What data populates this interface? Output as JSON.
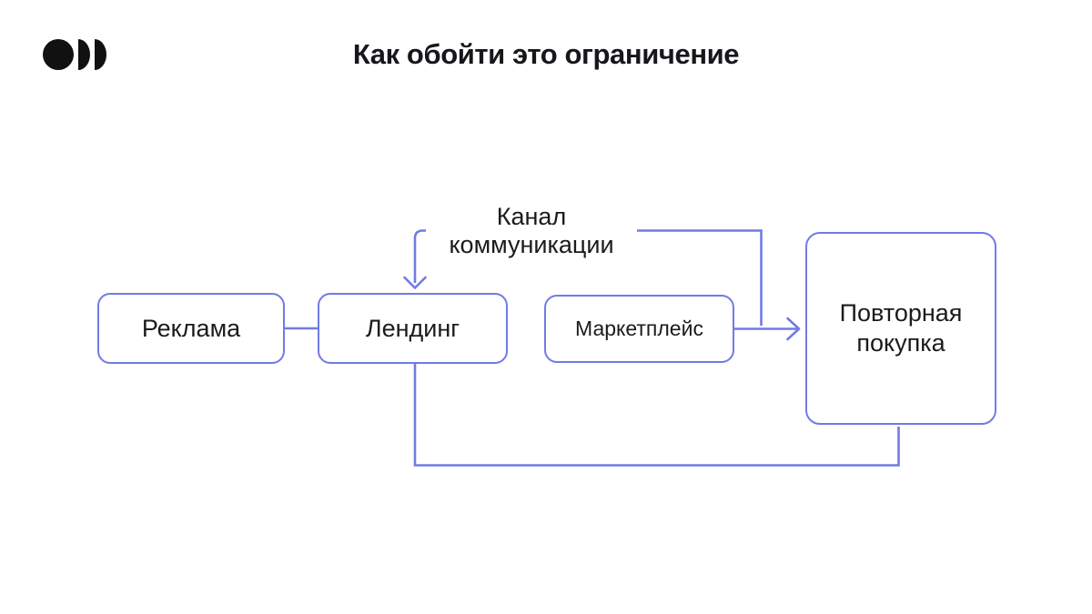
{
  "header": {
    "title": "Как обойти это ограничение",
    "logo": {
      "name": "brand-logo",
      "shapes": [
        "circle",
        "half-disc",
        "half-disc"
      ],
      "color": "#111111"
    }
  },
  "diagram": {
    "accent_color": "#6f7ce4",
    "text_color": "#1b1b1f",
    "background_color": "#ffffff",
    "nodes": [
      {
        "id": "reklama",
        "label": "Реклама"
      },
      {
        "id": "landing",
        "label": "Лендинг"
      },
      {
        "id": "marketplace",
        "label": "Маркетплейс"
      },
      {
        "id": "repeat",
        "label": "Повторная покупка"
      }
    ],
    "edge_label": {
      "line1": "Канал",
      "line2": "коммуникации"
    },
    "edges": [
      {
        "from": "reklama",
        "to": "landing",
        "type": "plain"
      },
      {
        "from": "kanal-label",
        "to": "landing",
        "type": "arrow-down"
      },
      {
        "from": "kanal-label",
        "to": "repeat",
        "type": "joins-marketplace-arrow"
      },
      {
        "from": "marketplace",
        "to": "repeat",
        "type": "arrow-right"
      },
      {
        "from": "landing",
        "to": "repeat",
        "type": "bottom-loop"
      }
    ]
  }
}
